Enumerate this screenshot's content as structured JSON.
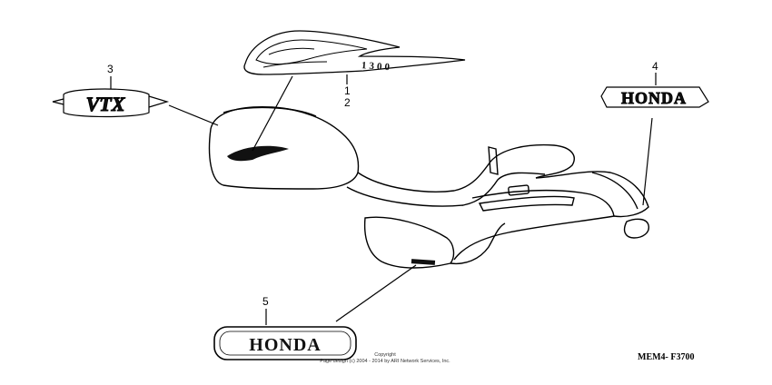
{
  "callouts": {
    "c1": "1",
    "c2": "2",
    "c3": "3",
    "c4": "4",
    "c5": "5"
  },
  "emblems": {
    "tank_mark_text": "1300",
    "vtx_text": "VTX",
    "rear_honda_text": "HONDA",
    "side_honda_text": "HONDA"
  },
  "footer": {
    "copyright_line1": "Copyright",
    "copyright_line2": "Page design (c) 2004 - 2014 by ARI Network Services, Inc.",
    "ref_code": "MEM4-  F3700"
  }
}
